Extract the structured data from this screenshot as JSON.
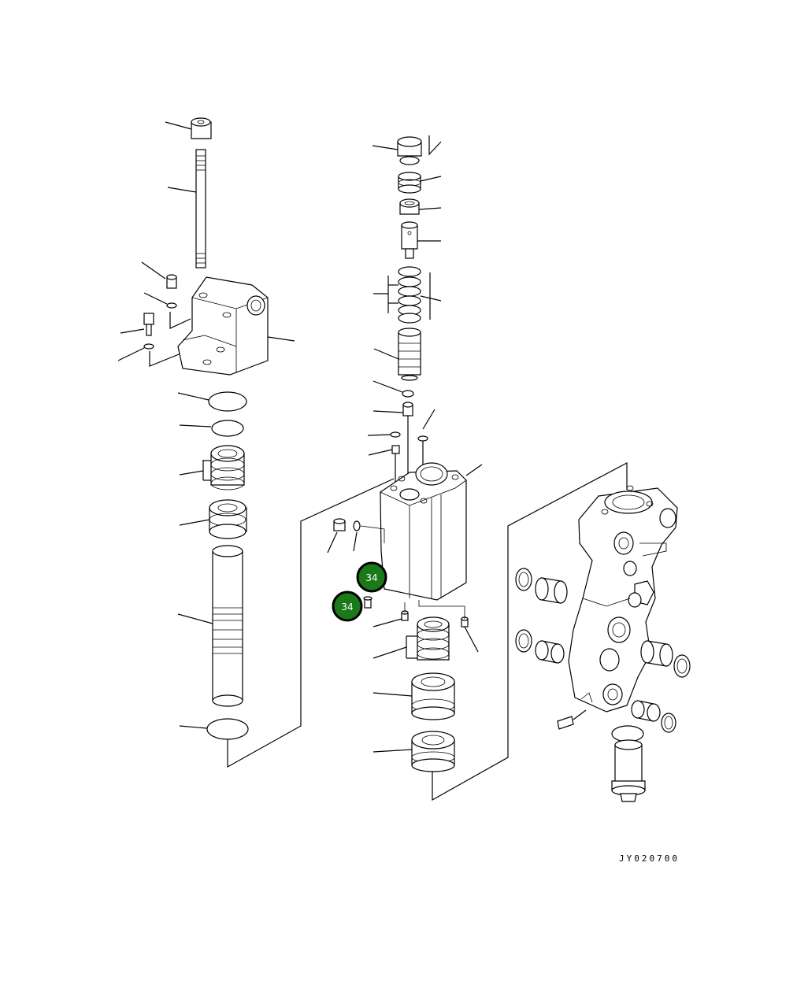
{
  "callouts": [
    {
      "label": "34",
      "fill": "#1a7a1a"
    },
    {
      "label": "34",
      "fill": "#1a7a1a"
    }
  ],
  "drawing_code": "JY020700"
}
